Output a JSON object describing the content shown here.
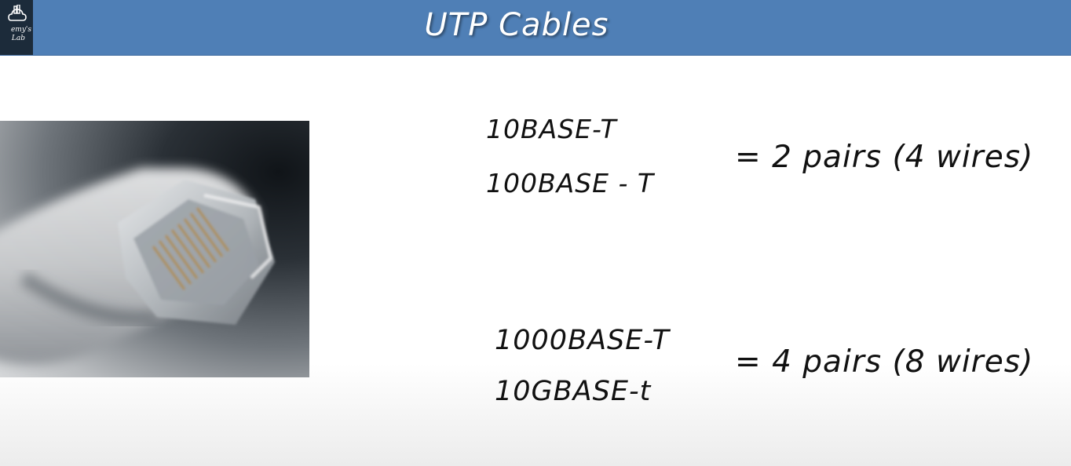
{
  "header": {
    "title": "UTP Cables",
    "logo": {
      "line1": "emy's",
      "line2": "Lab",
      "icon": "cloud-lab-logo-icon"
    }
  },
  "photo": {
    "icon": "rj45-connector-photo"
  },
  "group_a": {
    "labels": [
      "10BASE-T",
      "100BASE - T"
    ],
    "result": "= 2 pairs (4 wires)"
  },
  "group_b": {
    "labels": [
      "1000BASE-T",
      "10GBASE-t"
    ],
    "result": "= 4 pairs (8 wires)"
  },
  "colors": {
    "header_bg": "#4f7fb6",
    "logo_bg": "#1c2b3a",
    "text": "#111111"
  }
}
